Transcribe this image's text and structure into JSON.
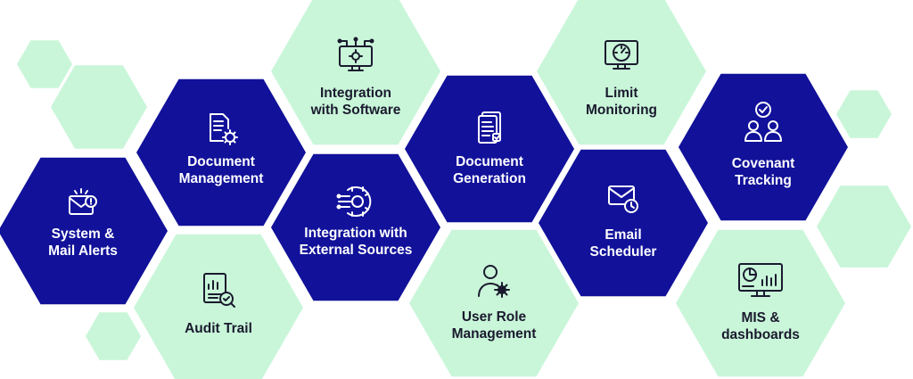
{
  "colors": {
    "dark_hex": "#11119a",
    "light_hex": "#c9f6d9",
    "dark_text": "#ffffff",
    "light_text": "#1a1a2e",
    "icon_on_light": "#1a1a2e",
    "icon_on_dark": "#ffffff"
  },
  "features": [
    {
      "id": "system-mail-alerts",
      "label": "System &\nMail Alerts",
      "theme": "dark",
      "icon": "mail-alert-icon"
    },
    {
      "id": "document-management",
      "label": "Document\nManagement",
      "theme": "dark",
      "icon": "document-gear-icon"
    },
    {
      "id": "audit-trail",
      "label": "Audit Trail",
      "theme": "light",
      "icon": "audit-report-icon"
    },
    {
      "id": "integration-with-software",
      "label": "Integration\nwith Software",
      "theme": "light",
      "icon": "monitor-gear-icon"
    },
    {
      "id": "integration-external-sources",
      "label": "Integration with\nExternal Sources",
      "theme": "dark",
      "icon": "gear-circuit-icon"
    },
    {
      "id": "document-generation",
      "label": "Document\nGeneration",
      "theme": "dark",
      "icon": "document-stack-icon"
    },
    {
      "id": "user-role-management",
      "label": "User Role\nManagement",
      "theme": "light",
      "icon": "user-gear-icon"
    },
    {
      "id": "limit-monitoring",
      "label": "Limit\nMonitoring",
      "theme": "light",
      "icon": "speedometer-monitor-icon"
    },
    {
      "id": "email-scheduler",
      "label": "Email\nScheduler",
      "theme": "dark",
      "icon": "mail-clock-icon"
    },
    {
      "id": "covenant-tracking",
      "label": "Covenant\nTracking",
      "theme": "dark",
      "icon": "users-check-icon"
    },
    {
      "id": "mis-dashboards",
      "label": "MIS &\ndashboards",
      "theme": "light",
      "icon": "dashboard-monitor-icon"
    }
  ]
}
